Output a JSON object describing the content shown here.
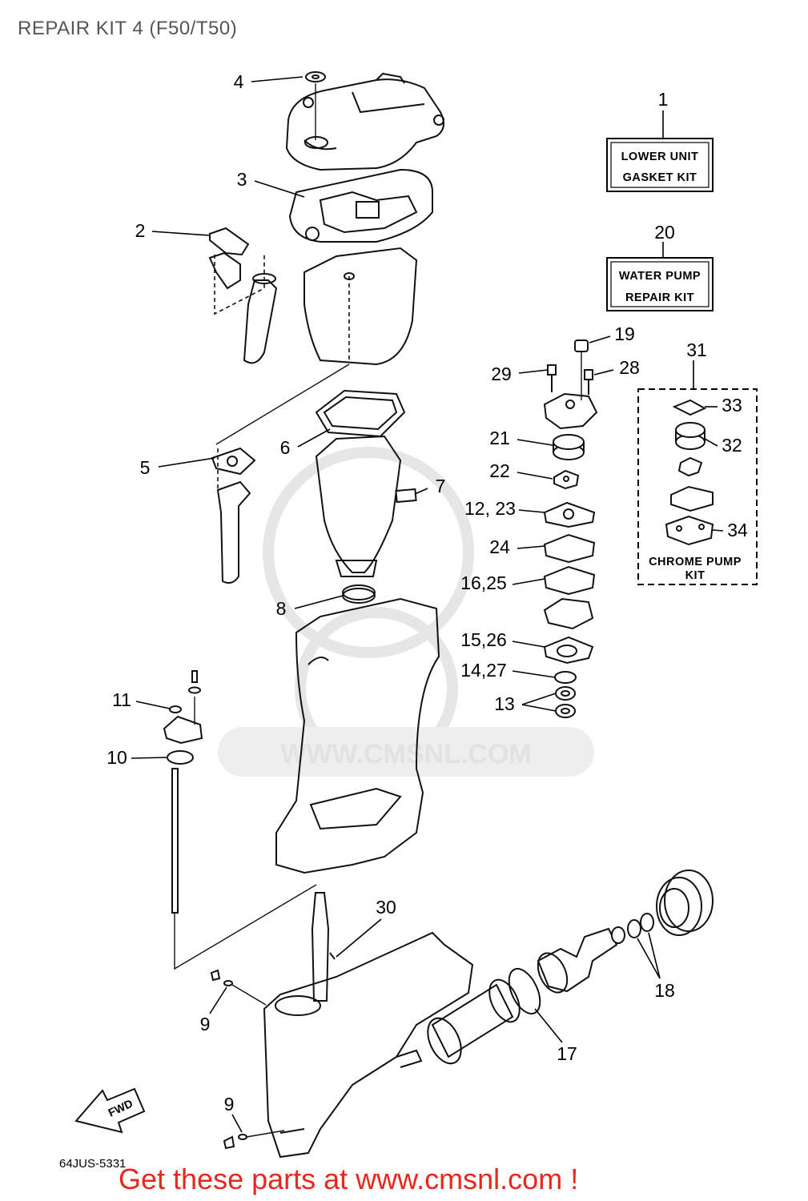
{
  "title": "REPAIR KIT 4 (F50/T50)",
  "diagram_code": "64JUS-5331",
  "fwd_label": "FWD",
  "watermark": "WWW.CMSNL.COM",
  "footer": "Get these parts at www.cmsnl.com !",
  "kits": {
    "lower_unit": {
      "number": "1",
      "line1": "LOWER UNIT",
      "line2": "GASKET KIT"
    },
    "water_pump": {
      "number": "20",
      "line1": "WATER PUMP",
      "line2": "REPAIR KIT"
    },
    "chrome_pump": {
      "number": "31",
      "line1": "CHROME PUMP",
      "line2": "KIT"
    }
  },
  "callouts": {
    "c4": "4",
    "c3": "3",
    "c2": "2",
    "c5": "5",
    "c6": "6",
    "c7": "7",
    "c8": "8",
    "c11": "11",
    "c10": "10",
    "c19": "19",
    "c29": "29",
    "c28": "28",
    "c21": "21",
    "c22": "22",
    "c12_23": "12, 23",
    "c24": "24",
    "c16_25": "16,25",
    "c15_26": "15,26",
    "c14_27": "14,27",
    "c13": "13",
    "c33": "33",
    "c32": "32",
    "c34": "34",
    "c30": "30",
    "c9a": "9",
    "c9b": "9",
    "c17": "17",
    "c18": "18"
  },
  "colors": {
    "footer_text": "#e8281e",
    "title_text": "#555555",
    "watermark": "#e2e2e2"
  }
}
